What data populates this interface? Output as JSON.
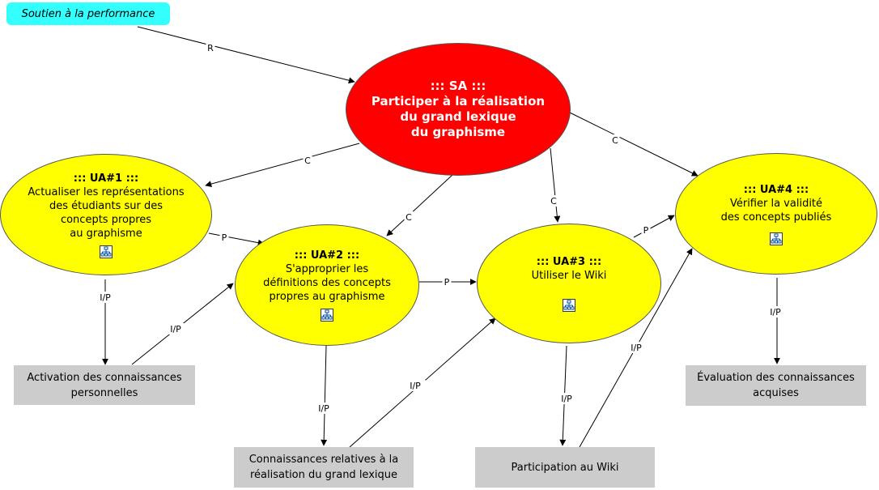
{
  "nodes": {
    "tag": {
      "text": "Soutien à la performance"
    },
    "sa": {
      "title": "::: SA :::",
      "lines": [
        "Participer à la réalisation",
        "du grand lexique",
        "du graphisme"
      ]
    },
    "ua1": {
      "title": "::: UA#1 :::",
      "lines": [
        "Actualiser les représentations",
        "des étudiants sur des",
        "concepts propres",
        "au graphisme"
      ],
      "icon": "submap-icon"
    },
    "ua2": {
      "title": "::: UA#2 :::",
      "lines": [
        "S'approprier les",
        "définitions des concepts",
        "propres au graphisme"
      ],
      "icon": "submap-icon"
    },
    "ua3": {
      "title": "::: UA#3 :::",
      "lines": [
        "Utiliser le Wiki"
      ],
      "icon": "submap-icon"
    },
    "ua4": {
      "title": "::: UA#4 :::",
      "lines": [
        "Vérifier la validité",
        "des concepts publiés"
      ],
      "icon": "submap-icon"
    },
    "k1": {
      "lines": [
        "Activation des connaissances",
        "personnelles"
      ]
    },
    "k2": {
      "lines": [
        "Connaissances relatives à la",
        "réalisation du grand lexique"
      ]
    },
    "k3": {
      "lines": [
        "Participation au Wiki"
      ]
    },
    "k4": {
      "lines": [
        "Évaluation des connaissances",
        "acquises"
      ]
    }
  },
  "links": [
    {
      "label": "R"
    },
    {
      "label": "C"
    },
    {
      "label": "C"
    },
    {
      "label": "C"
    },
    {
      "label": "C"
    },
    {
      "label": "P"
    },
    {
      "label": "P"
    },
    {
      "label": "P"
    },
    {
      "label": "I/P"
    },
    {
      "label": "I/P"
    },
    {
      "label": "I/P"
    },
    {
      "label": "I/P"
    },
    {
      "label": "I/P"
    },
    {
      "label": "I/P"
    },
    {
      "label": "I/P"
    }
  ],
  "colors": {
    "sa": "#ff0000",
    "ua": "#ffff00",
    "tag": "#33ffff",
    "knowledge": "#cccccc"
  }
}
